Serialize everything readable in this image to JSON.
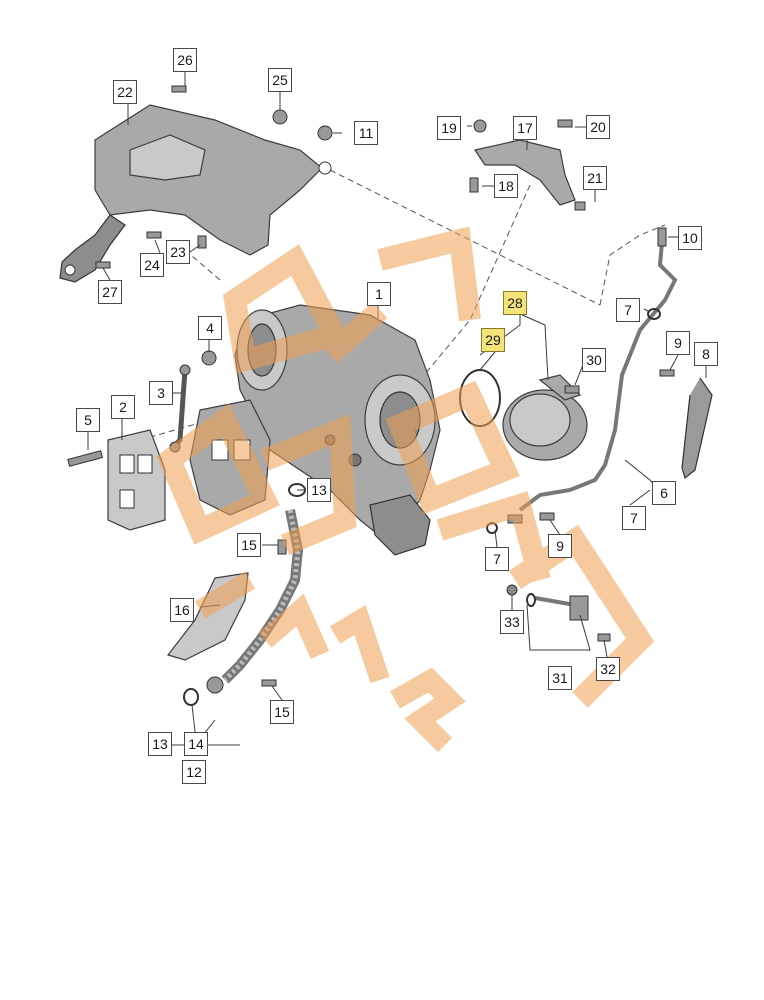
{
  "diagram": {
    "labels": {
      "l1": "1",
      "l2": "2",
      "l3": "3",
      "l4": "4",
      "l5": "5",
      "l6": "6",
      "l7a": "7",
      "l7b": "7",
      "l7c": "7",
      "l8": "8",
      "l9a": "9",
      "l9b": "9",
      "l10": "10",
      "l11": "11",
      "l12": "12",
      "l13a": "13",
      "l13b": "13",
      "l14": "14",
      "l15a": "15",
      "l15b": "15",
      "l16": "16",
      "l17": "17",
      "l18": "18",
      "l19": "19",
      "l20": "20",
      "l21": "21",
      "l22": "22",
      "l23": "23",
      "l24": "24",
      "l25": "25",
      "l26": "26",
      "l27": "27",
      "l28": "28",
      "l29": "29",
      "l30": "30",
      "l31": "31",
      "l32": "32",
      "l33": "33"
    },
    "highlighted": [
      "28",
      "29"
    ],
    "highlight_color": "#f4e27a",
    "watermark": {
      "text": "BG PARTS",
      "color": "#f0a050"
    }
  }
}
